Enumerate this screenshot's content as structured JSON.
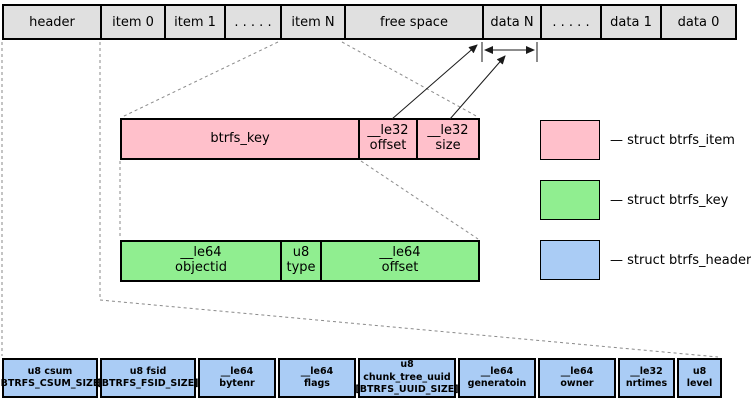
{
  "colors": {
    "node_gray": "#e0e0e0",
    "item_pink": "#ffc0cb",
    "key_green": "#90ee90",
    "header_blue": "#aaccf5"
  },
  "node_row": {
    "cells": [
      {
        "label": "header"
      },
      {
        "label": "item 0"
      },
      {
        "label": "item 1"
      },
      {
        "label": ". . . . ."
      },
      {
        "label": "item N"
      },
      {
        "label": "free space"
      },
      {
        "label": "data N"
      },
      {
        "label": ". . . . ."
      },
      {
        "label": "data 1"
      },
      {
        "label": "data 0"
      }
    ]
  },
  "btrfs_item": {
    "cells": [
      {
        "label": "btrfs_key"
      },
      {
        "label": "__le32\noffset"
      },
      {
        "label": "__le32\nsize"
      }
    ]
  },
  "btrfs_key": {
    "cells": [
      {
        "label": "__le64\nobjectid"
      },
      {
        "label": "u8\ntype"
      },
      {
        "label": "__le64\noffset"
      }
    ]
  },
  "btrfs_header": {
    "cells": [
      {
        "label": "u8 csum\n[BTRFS_CSUM_SIZE]"
      },
      {
        "label": "u8 fsid\n[BTRFS_FSID_SIZE]"
      },
      {
        "label": "__le64\nbytenr"
      },
      {
        "label": "__le64\nflags"
      },
      {
        "label": "u8 chunk_tree_uuid\n[BTRFS_UUID_SIZE]"
      },
      {
        "label": "__le64\ngeneratoin"
      },
      {
        "label": "__le64\nowner"
      },
      {
        "label": "__le32\nnrtimes"
      },
      {
        "label": "u8\nlevel"
      }
    ]
  },
  "legend": {
    "items": [
      {
        "label": "— struct btrfs_item",
        "color": "#ffc0cb"
      },
      {
        "label": "— struct btrfs_key",
        "color": "#90ee90"
      },
      {
        "label": "— struct btrfs_header",
        "color": "#aaccf5"
      }
    ]
  }
}
